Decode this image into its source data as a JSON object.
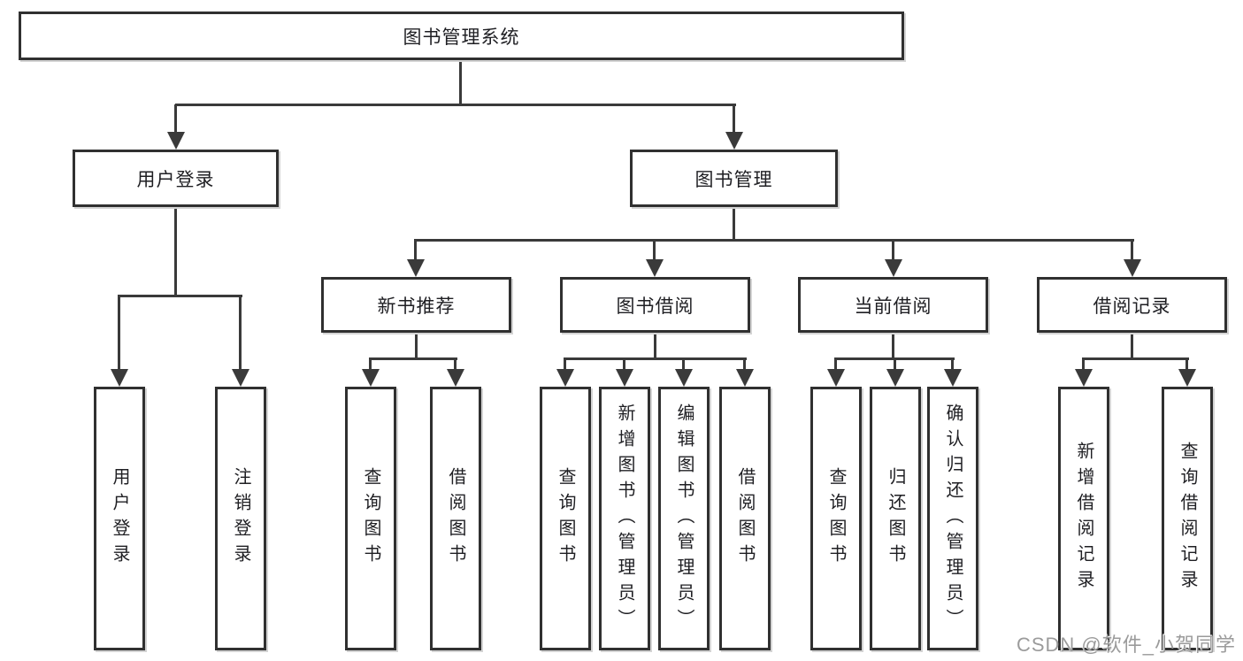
{
  "tree": {
    "root": {
      "label": "图书管理系统"
    },
    "branches": [
      {
        "label": "用户登录",
        "children": [
          {
            "label": "用户登录"
          },
          {
            "label": "注销登录"
          }
        ]
      },
      {
        "label": "图书管理",
        "groups": [
          {
            "label": "新书推荐",
            "children": [
              {
                "label": "查询图书"
              },
              {
                "label": "借阅图书"
              }
            ]
          },
          {
            "label": "图书借阅",
            "children": [
              {
                "label": "查询图书"
              },
              {
                "label": "新增图书（管理员）"
              },
              {
                "label": "编辑图书（管理员）"
              },
              {
                "label": "借阅图书"
              }
            ]
          },
          {
            "label": "当前借阅",
            "children": [
              {
                "label": "查询图书"
              },
              {
                "label": "归还图书"
              },
              {
                "label": "确认归还（管理员）"
              }
            ]
          },
          {
            "label": "借阅记录",
            "children": [
              {
                "label": "新增借阅记录"
              },
              {
                "label": "查询借阅记录"
              }
            ]
          }
        ]
      }
    ]
  },
  "watermark": {
    "text": "CSDN @软件_小贺同学"
  },
  "colors": {
    "line": "#3a3a3a",
    "border": "#303030",
    "text": "#1f1f23",
    "watermark": "#9b9b9b"
  }
}
